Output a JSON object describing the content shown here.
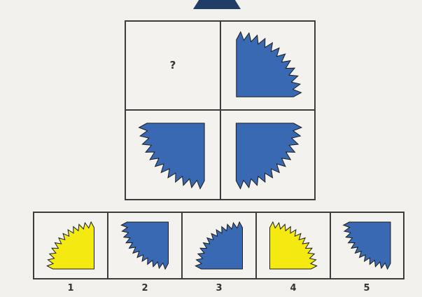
{
  "puzzle": {
    "question_mark": "?",
    "colors": {
      "blue": "#3a69b3",
      "yellow": "#f4ea11",
      "outline": "#1a1a1a"
    },
    "grid": [
      {
        "id": "q",
        "content": "question"
      },
      {
        "id": "top-right",
        "content": "shape",
        "color": "blue",
        "corner": "bl"
      },
      {
        "id": "bottom-left",
        "content": "shape",
        "color": "blue",
        "corner": "tr"
      },
      {
        "id": "bottom-right",
        "content": "shape",
        "color": "blue",
        "corner": "tl"
      }
    ],
    "options": [
      {
        "label": "1",
        "color": "yellow",
        "corner": "br"
      },
      {
        "label": "2",
        "color": "blue",
        "corner": "tr"
      },
      {
        "label": "3",
        "color": "blue",
        "corner": "br"
      },
      {
        "label": "4",
        "color": "yellow",
        "corner": "bl"
      },
      {
        "label": "5",
        "color": "blue",
        "corner": "tr"
      }
    ]
  }
}
